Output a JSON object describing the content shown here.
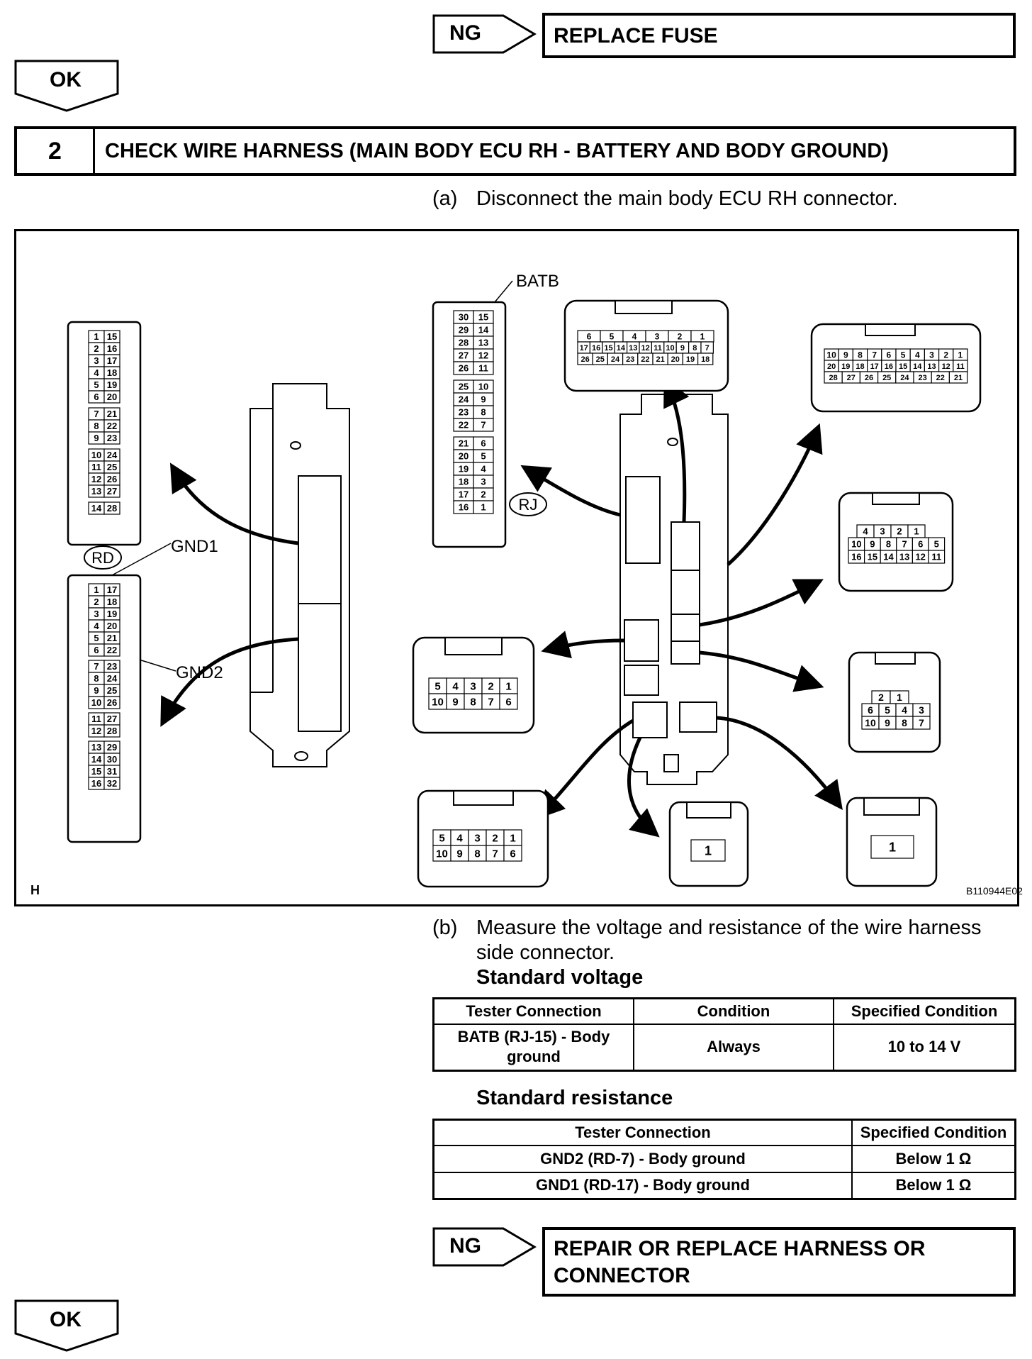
{
  "top": {
    "ng_label": "NG",
    "result_text": "REPLACE FUSE",
    "ok_label": "OK"
  },
  "step": {
    "number": "2",
    "title": "CHECK WIRE HARNESS (MAIN BODY ECU RH - BATTERY AND BODY GROUND)"
  },
  "instruction_a": {
    "marker": "(a)",
    "text": "Disconnect the main body ECU RH connector."
  },
  "diagram": {
    "label_batb": "BATB",
    "label_rj": "RJ",
    "label_rd": "RD",
    "label_gnd1": "GND1",
    "label_gnd2": "GND2",
    "corner_h": "H",
    "figure_code": "B110944E02",
    "conn_left_top_pairs": [
      [
        "1",
        "15"
      ],
      [
        "2",
        "16"
      ],
      [
        "3",
        "17"
      ],
      [
        "4",
        "18"
      ],
      [
        "5",
        "19"
      ],
      [
        "6",
        "20"
      ],
      [
        "7",
        "21"
      ],
      [
        "8",
        "22"
      ],
      [
        "9",
        "23"
      ],
      [
        "10",
        "24"
      ],
      [
        "11",
        "25"
      ],
      [
        "12",
        "26"
      ],
      [
        "13",
        "27"
      ],
      [
        "14",
        "28"
      ]
    ],
    "conn_rd_pairs": [
      [
        "1",
        "17"
      ],
      [
        "2",
        "18"
      ],
      [
        "3",
        "19"
      ],
      [
        "4",
        "20"
      ],
      [
        "5",
        "21"
      ],
      [
        "6",
        "22"
      ],
      [
        "7",
        "23"
      ],
      [
        "8",
        "24"
      ],
      [
        "9",
        "25"
      ],
      [
        "10",
        "26"
      ],
      [
        "11",
        "27"
      ],
      [
        "12",
        "28"
      ],
      [
        "13",
        "29"
      ],
      [
        "14",
        "30"
      ],
      [
        "15",
        "31"
      ],
      [
        "16",
        "32"
      ]
    ],
    "conn_rj_pairs": [
      [
        "30",
        "15"
      ],
      [
        "29",
        "14"
      ],
      [
        "28",
        "13"
      ],
      [
        "27",
        "12"
      ],
      [
        "26",
        "11"
      ],
      [
        "25",
        "10"
      ],
      [
        "24",
        "9"
      ],
      [
        "23",
        "8"
      ],
      [
        "22",
        "7"
      ],
      [
        "21",
        "6"
      ],
      [
        "20",
        "5"
      ],
      [
        "19",
        "4"
      ],
      [
        "18",
        "3"
      ],
      [
        "17",
        "2"
      ],
      [
        "16",
        "1"
      ]
    ],
    "conn_a_rows": [
      [
        "6",
        "5",
        "4",
        "3",
        "2",
        "1"
      ],
      [
        "17",
        "16",
        "15",
        "14",
        "13",
        "12",
        "11",
        "10",
        "9",
        "8",
        "7"
      ],
      [
        "26",
        "25",
        "24",
        "23",
        "22",
        "21",
        "20",
        "19",
        "18"
      ]
    ],
    "conn_b_rows": [
      [
        "10",
        "9",
        "8",
        "7",
        "6",
        "5",
        "4",
        "3",
        "2",
        "1"
      ],
      [
        "20",
        "19",
        "18",
        "17",
        "16",
        "15",
        "14",
        "13",
        "12",
        "11"
      ],
      [
        "28",
        "27",
        "26",
        "25",
        "24",
        "23",
        "22",
        "21"
      ]
    ],
    "conn_c_rows": [
      [
        "4",
        "3",
        "2",
        "1"
      ],
      [
        "10",
        "9",
        "8",
        "7",
        "6",
        "5"
      ],
      [
        "16",
        "15",
        "14",
        "13",
        "12",
        "11"
      ]
    ],
    "conn_d_rows": [
      [
        "5",
        "4",
        "3",
        "2",
        "1"
      ],
      [
        "10",
        "9",
        "8",
        "7",
        "6"
      ]
    ],
    "conn_e_rows": [
      [
        "2",
        "1"
      ],
      [
        "6",
        "5",
        "4",
        "3"
      ],
      [
        "10",
        "9",
        "8",
        "7"
      ]
    ],
    "conn_f_rows": [
      [
        "5",
        "4",
        "3",
        "2",
        "1"
      ],
      [
        "10",
        "9",
        "8",
        "7",
        "6"
      ]
    ],
    "conn_g_pin": "1",
    "conn_h_pin": "1"
  },
  "instruction_b": {
    "marker": "(b)",
    "text_line1": "Measure the voltage and resistance of the wire harness",
    "text_line2": "side connector."
  },
  "voltage": {
    "heading": "Standard voltage",
    "headers": [
      "Tester Connection",
      "Condition",
      "Specified Condition"
    ],
    "row": {
      "connection_line1": "BATB (RJ-15) - Body",
      "connection_line2": "ground",
      "condition": "Always",
      "spec": "10 to 14 V"
    }
  },
  "resistance": {
    "heading": "Standard resistance",
    "headers": [
      "Tester Connection",
      "Specified Condition"
    ],
    "rows": [
      {
        "connection": "GND2 (RD-7) - Body ground",
        "spec": "Below 1 Ω"
      },
      {
        "connection": "GND1 (RD-17) - Body ground",
        "spec": "Below 1 Ω"
      }
    ]
  },
  "bottom": {
    "ng_label": "NG",
    "result_line1": "REPAIR OR REPLACE HARNESS OR",
    "result_line2": "CONNECTOR",
    "ok_label": "OK"
  }
}
